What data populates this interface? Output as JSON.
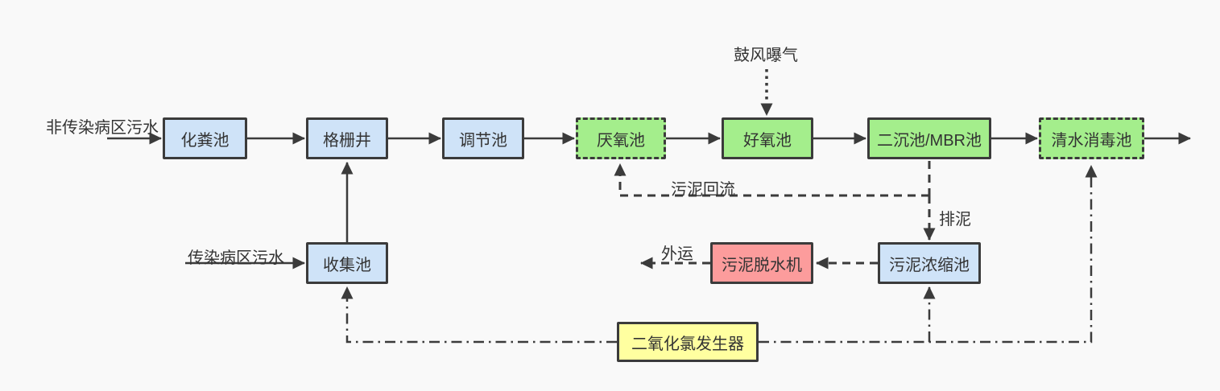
{
  "diagram": {
    "type": "process-flow",
    "nodes": {
      "septic_tank": {
        "label": "化粪池",
        "color": "blue",
        "border": "solid"
      },
      "screen_well": {
        "label": "格栅井",
        "color": "blue",
        "border": "solid"
      },
      "regulating_tank": {
        "label": "调节池",
        "color": "blue",
        "border": "solid"
      },
      "anaerobic_tank": {
        "label": "厌氧池",
        "color": "green",
        "border": "dashed"
      },
      "aerobic_tank": {
        "label": "好氧池",
        "color": "green",
        "border": "solid"
      },
      "secondary_mbr_tank": {
        "label": "二沉池/MBR池",
        "color": "green",
        "border": "solid"
      },
      "clear_water_disinfection_tank": {
        "label": "清水消毒池",
        "color": "green",
        "border": "dashed"
      },
      "collection_tank": {
        "label": "收集池",
        "color": "blue",
        "border": "solid"
      },
      "sludge_dewatering_machine": {
        "label": "污泥脱水机",
        "color": "red",
        "border": "solid"
      },
      "sludge_thickening_tank": {
        "label": "污泥浓缩池",
        "color": "blue",
        "border": "solid"
      },
      "chlorine_dioxide_generator": {
        "label": "二氧化氯发生器",
        "color": "yellow",
        "border": "solid"
      }
    },
    "edge_labels": {
      "non_infectious_inflow": "非传染病区污水",
      "infectious_inflow": "传染病区污水",
      "blast_aeration": "鼓风曝气",
      "sludge_return": "污泥回流",
      "sludge_discharge": "排泥",
      "outward_transport": "外运"
    },
    "colors": {
      "blue": "#cfe3f8",
      "green": "#a4ee8c",
      "red": "#fc9c9c",
      "yellow": "#ffffa0",
      "stroke": "#3b3b3b",
      "text": "#333333",
      "bg": "#f9f9f9"
    }
  }
}
